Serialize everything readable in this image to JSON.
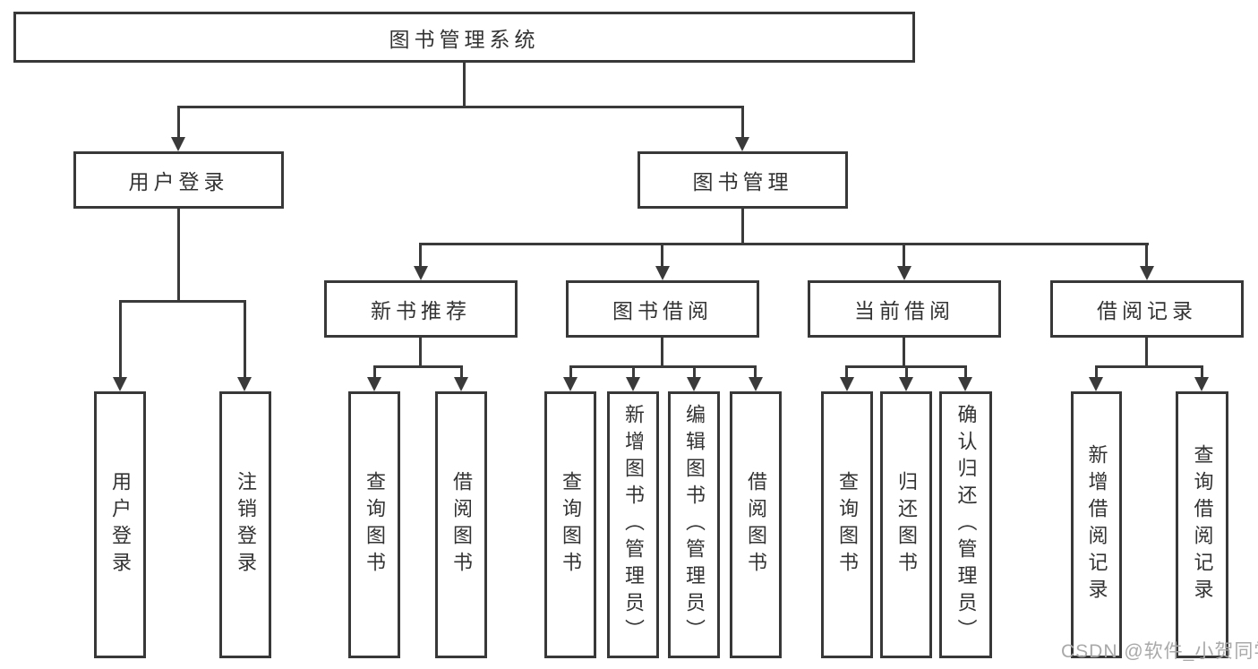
{
  "diagram": {
    "type": "hierarchy-tree",
    "orientation": "top-down"
  },
  "colors": {
    "background": "#ffffff",
    "box_fill": "#ffffff",
    "box_border": "#383838",
    "connector": "#3a3a3a",
    "text": "#333333",
    "watermark": "#a9a9a9"
  },
  "tree": {
    "root": {
      "label": "图书管理系统",
      "children": [
        {
          "label": "用户登录",
          "children": [
            {
              "label": "用户登录"
            },
            {
              "label": "注销登录"
            }
          ]
        },
        {
          "label": "图书管理",
          "children": [
            {
              "label": "新书推荐",
              "children": [
                {
                  "label": "查询图书"
                },
                {
                  "label": "借阅图书"
                }
              ]
            },
            {
              "label": "图书借阅",
              "children": [
                {
                  "label": "查询图书"
                },
                {
                  "label": "新增图书（管理员）"
                },
                {
                  "label": "编辑图书（管理员）"
                },
                {
                  "label": "借阅图书"
                }
              ]
            },
            {
              "label": "当前借阅",
              "children": [
                {
                  "label": "查询图书"
                },
                {
                  "label": "归还图书"
                },
                {
                  "label": "确认归还（管理员）"
                }
              ]
            },
            {
              "label": "借阅记录",
              "children": [
                {
                  "label": "新增借阅记录"
                },
                {
                  "label": "查询借阅记录"
                }
              ]
            }
          ]
        }
      ]
    }
  },
  "watermark": {
    "text": "CSDN @软件_小贺同学"
  }
}
